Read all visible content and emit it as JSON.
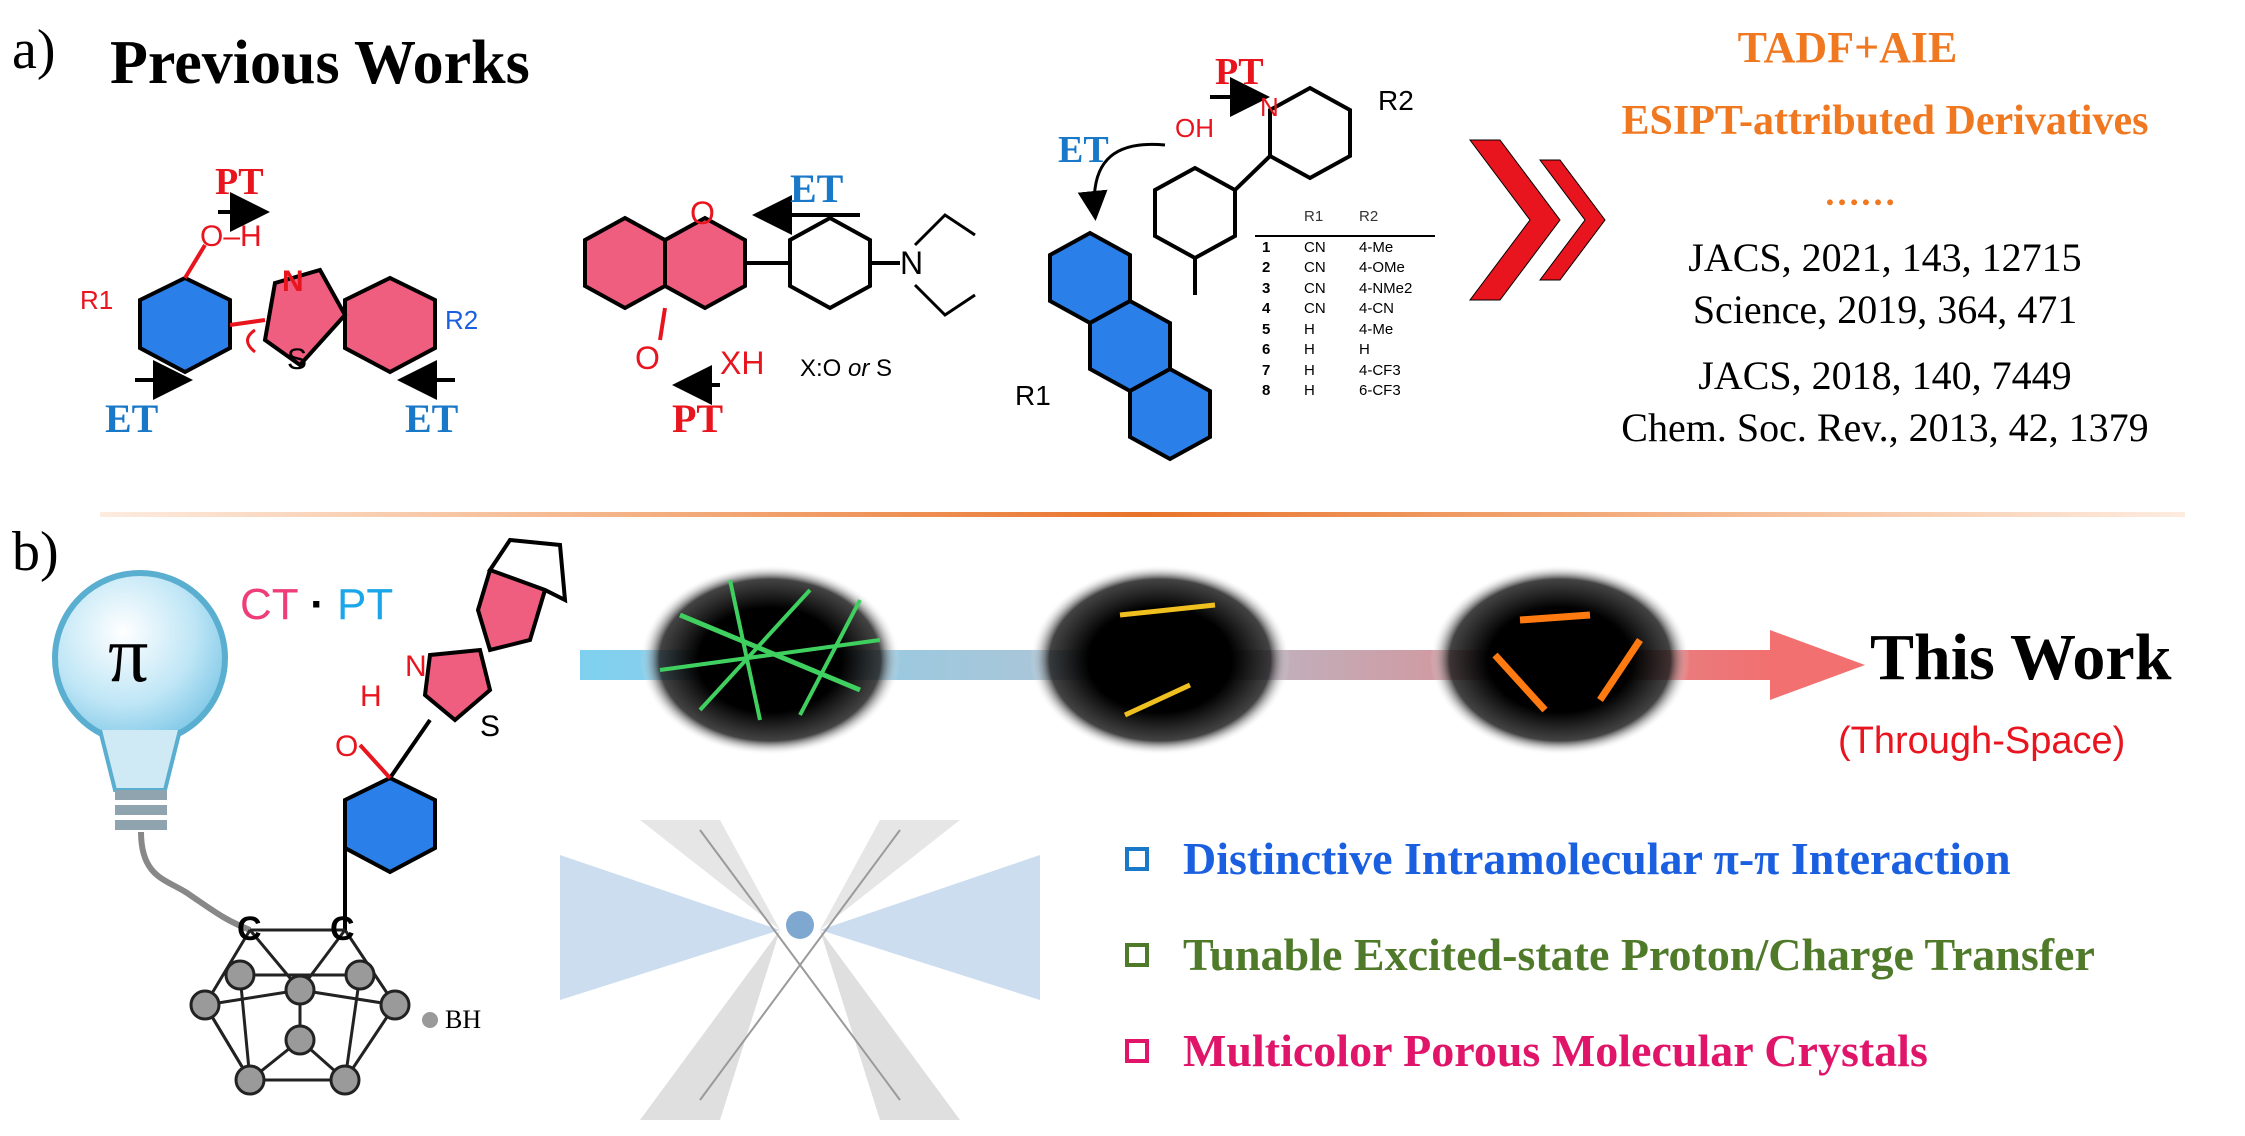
{
  "panel_a": {
    "label": "a)",
    "title": "Previous Works",
    "mol1": {
      "pt": "PT",
      "et_left": "ET",
      "et_right": "ET",
      "oh": "O–H",
      "n": "N",
      "s": "S",
      "r1": "R1",
      "r2": "R2"
    },
    "mol2": {
      "et": "ET",
      "pt": "PT",
      "o_ring": "O",
      "o_keto": "O",
      "xh": "XH",
      "n": "N",
      "x_note_x": "X:O ",
      "x_note_or": "or",
      "x_note_s": " S"
    },
    "mol3": {
      "pt": "PT",
      "et": "ET",
      "oh": "OH",
      "n": "N",
      "r1": "R1",
      "r2": "R2",
      "table": {
        "headers": [
          "",
          "R1",
          "R2"
        ],
        "rows": [
          [
            "1",
            "CN",
            "4-Me"
          ],
          [
            "2",
            "CN",
            "4-OMe"
          ],
          [
            "3",
            "CN",
            "4-NMe2"
          ],
          [
            "4",
            "CN",
            "4-CN"
          ],
          [
            "5",
            "H",
            "4-Me"
          ],
          [
            "6",
            "H",
            "H"
          ],
          [
            "7",
            "H",
            "4-CF3"
          ],
          [
            "8",
            "H",
            "6-CF3"
          ]
        ]
      }
    },
    "right": {
      "line1": "TADF+AIE",
      "line2": "ESIPT-attributed Derivatives",
      "dots": "……",
      "refs": [
        "JACS, 2021, 143, 12715",
        "Science, 2019, 364, 471",
        "JACS, 2018, 140, 7449",
        "Chem. Soc. Rev., 2013, 42, 1379"
      ]
    }
  },
  "panel_b": {
    "label": "b)",
    "bulb_symbol": "π",
    "ct": "CT",
    "dot": "·",
    "pt": "PT",
    "mol": {
      "h": "H",
      "n": "N",
      "o": "O",
      "s": "S",
      "c1": "C",
      "c2": "C",
      "bh": "BH"
    },
    "this_work": "This Work",
    "through_space": "(Through-Space)",
    "features": [
      {
        "text": "Distinctive Intramolecular π-π Interaction",
        "color": "#1a5fe0"
      },
      {
        "text": "Tunable Excited-state Proton/Charge Transfer",
        "color": "#4f7a2a"
      },
      {
        "text": "Multicolor Porous Molecular Crystals",
        "color": "#e0156a"
      }
    ]
  },
  "colors": {
    "red": "#e8141e",
    "blue": "#1a78c8",
    "orange": "#f07820",
    "pink": "#ef5d7f",
    "ring_blue": "#2b7fe8"
  }
}
